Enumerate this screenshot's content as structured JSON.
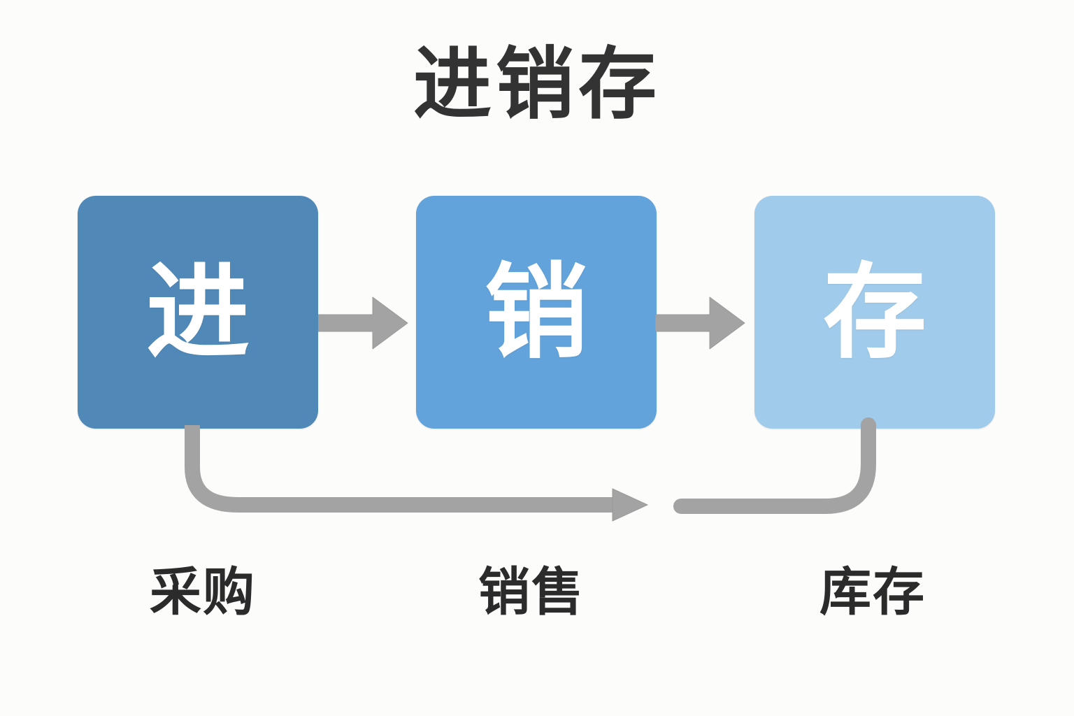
{
  "diagram": {
    "title": "进销存",
    "background_color": "#fcfcfa",
    "title_color": "#333333",
    "arrow_color": "#a3a3a3",
    "label_color": "#2b2b2b",
    "stages": [
      {
        "glyph": "进",
        "label": "采购",
        "color": "#5089b8",
        "text_color": "#ffffff"
      },
      {
        "glyph": "销",
        "label": "销售",
        "color": "#62a3db",
        "text_color": "#ffffff"
      },
      {
        "glyph": "存",
        "label": "库存",
        "color": "#a0cbea",
        "text_color": "#ffffff"
      }
    ],
    "connectors": [
      {
        "name": "进-to-销",
        "from": "进",
        "to": "销",
        "style": "straight-arrow"
      },
      {
        "name": "销-to-存",
        "from": "销",
        "to": "存",
        "style": "straight-arrow"
      },
      {
        "name": "采购-to-库存-loop",
        "from": "进",
        "to": "存",
        "style": "elbow-arrow"
      }
    ]
  }
}
